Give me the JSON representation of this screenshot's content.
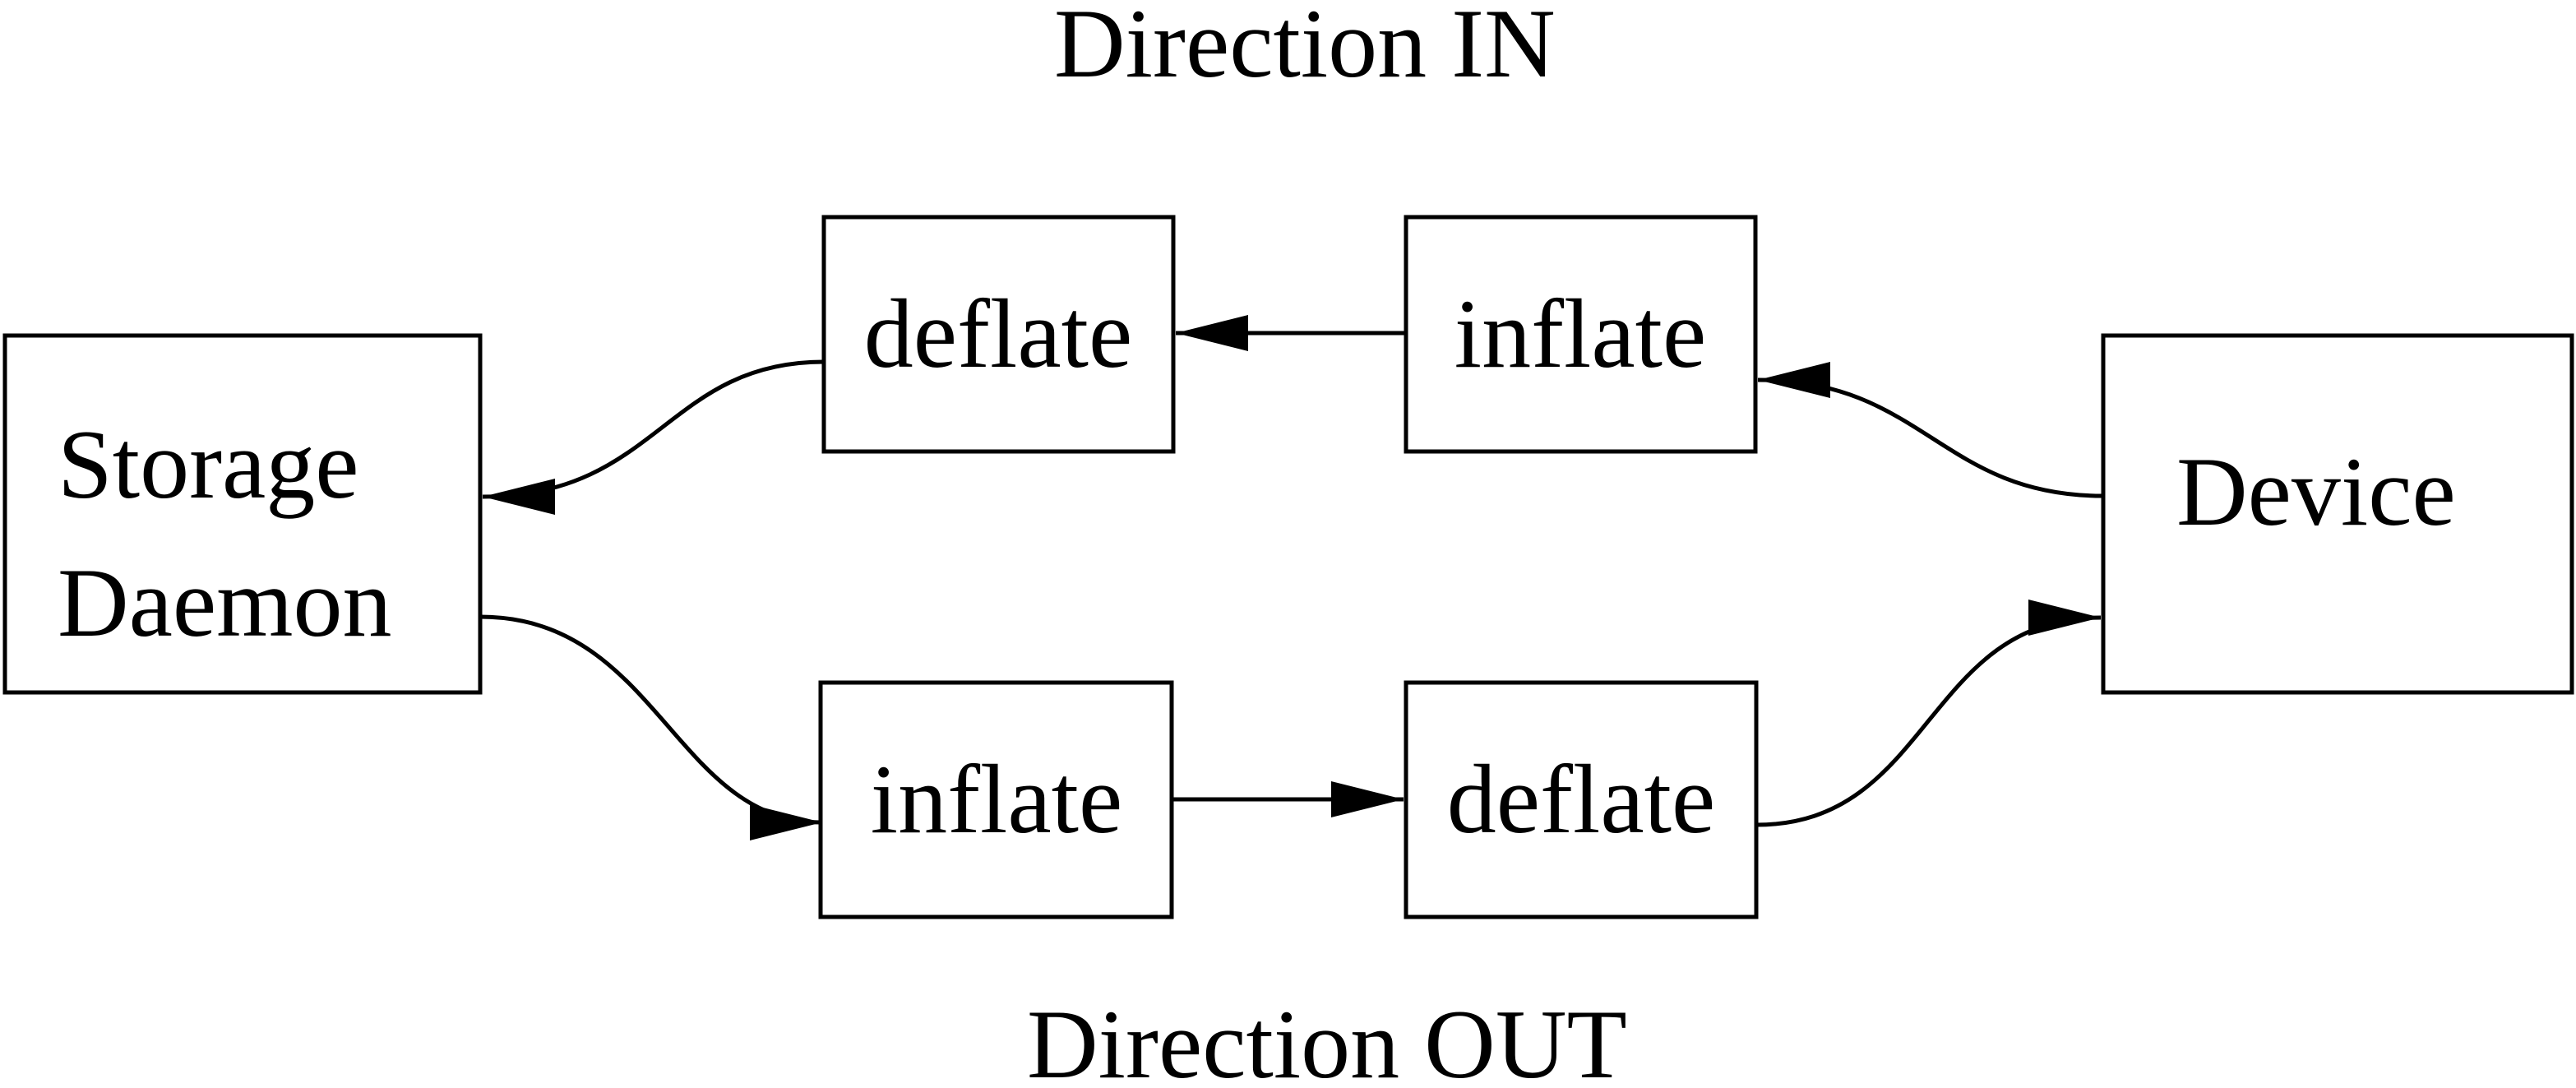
{
  "titles": {
    "direction_in": "Direction IN",
    "direction_out": "Direction OUT"
  },
  "nodes": {
    "storage_daemon": {
      "label_line1": "Storage",
      "label_line2": "Daemon"
    },
    "device": {
      "label": "Device"
    },
    "in_deflate": {
      "label": "deflate"
    },
    "in_inflate": {
      "label": "inflate"
    },
    "out_inflate": {
      "label": "inflate"
    },
    "out_deflate": {
      "label": "deflate"
    }
  },
  "edges": [
    {
      "from": "device",
      "to": "in_inflate",
      "direction": "IN"
    },
    {
      "from": "in_inflate",
      "to": "in_deflate",
      "direction": "IN"
    },
    {
      "from": "in_deflate",
      "to": "storage_daemon",
      "direction": "IN"
    },
    {
      "from": "storage_daemon",
      "to": "out_inflate",
      "direction": "OUT"
    },
    {
      "from": "out_inflate",
      "to": "out_deflate",
      "direction": "OUT"
    },
    {
      "from": "out_deflate",
      "to": "device",
      "direction": "OUT"
    }
  ],
  "colors": {
    "foreground": "#000000",
    "background": "#ffffff"
  }
}
